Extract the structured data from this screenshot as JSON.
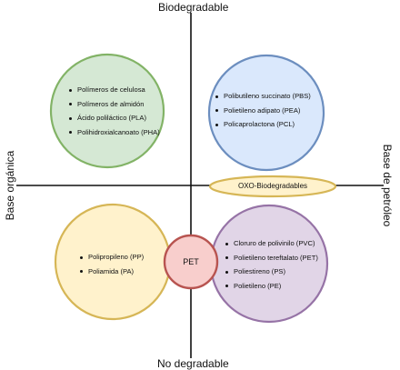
{
  "axes": {
    "top": "Biodegradable",
    "bottom": "No degradable",
    "left": "Base orgánica",
    "right": "Base de petróleo"
  },
  "colors": {
    "green_fill": "#d5e8d4",
    "green_stroke": "#82b366",
    "blue_fill": "#dae8fc",
    "blue_stroke": "#6c8ebf",
    "yellow_fill": "#fff2cc",
    "yellow_stroke": "#d6b656",
    "purple_fill": "#e1d5e7",
    "purple_stroke": "#9673a6",
    "red_fill": "#f8cecc",
    "red_stroke": "#b85450"
  },
  "quadrants": {
    "top_left": {
      "items": [
        "Polímeros de celulosa",
        "Polímeros de almidón",
        "Ácido poliláctico (PLA)",
        "Polihidroxialcanoato (PHA)"
      ]
    },
    "top_right": {
      "items": [
        "Polibutileno succinato (PBS)",
        "Polietileno adipato (PEA)",
        "Policaprolactona (PCL)"
      ]
    },
    "bottom_left": {
      "items": [
        "Polipropileno (PP)",
        "Poliamida (PA)"
      ]
    },
    "bottom_right": {
      "items": [
        "Cloruro de polivinilo (PVC)",
        "Polietileno tereftalato (PET)",
        "Poliestireno (PS)",
        "Polietileno (PE)"
      ]
    }
  },
  "oxo_label": "OXO-Biodegradables",
  "pet_label": "PET"
}
